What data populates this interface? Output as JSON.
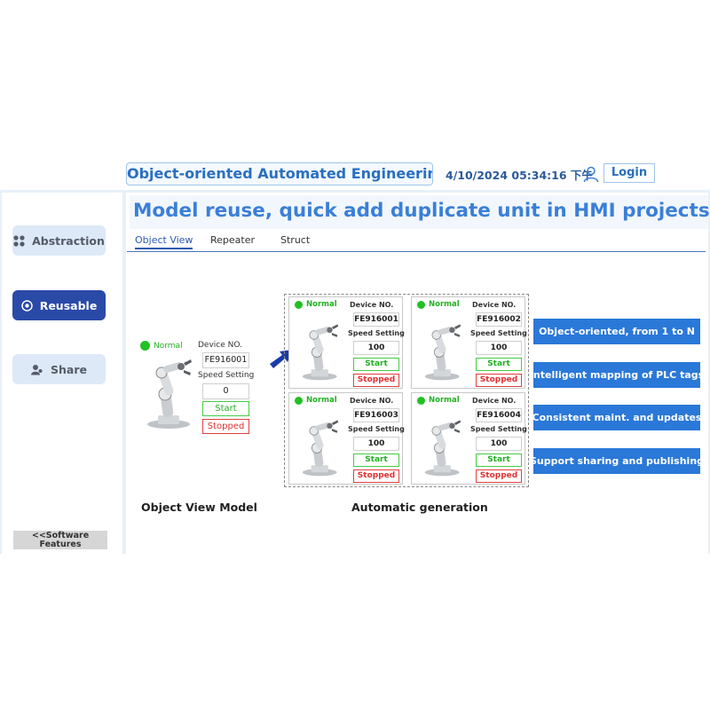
{
  "header": {
    "title": "Object-oriented Automated Engineering",
    "datetime": "4/10/2024 05:34:16 下午",
    "login_label": "Login"
  },
  "sidebar": {
    "items": [
      {
        "label": "Abstraction",
        "icon": "grid-icon",
        "active": false
      },
      {
        "label": "Reusable",
        "icon": "target-icon",
        "active": true
      },
      {
        "label": "Share",
        "icon": "users-icon",
        "active": false
      }
    ],
    "footer": "<<Software Features"
  },
  "banner": "Model reuse, quick add duplicate unit in HMI projects",
  "tabs": [
    {
      "label": "Object View",
      "active": true
    },
    {
      "label": "Repeater",
      "active": false
    },
    {
      "label": "Struct",
      "active": false
    }
  ],
  "model": {
    "status": "Normal",
    "device_label": "Device NO.",
    "device_no": "FE916001",
    "speed_label": "Speed Setting",
    "speed": "0",
    "start": "Start",
    "stop": "Stopped"
  },
  "units": [
    {
      "status": "Normal",
      "device_label": "Device NO.",
      "device_no": "FE916001",
      "speed_label": "Speed Setting",
      "speed": "100",
      "start": "Start",
      "stop": "Stopped"
    },
    {
      "status": "Normal",
      "device_label": "Device NO.",
      "device_no": "FE916002",
      "speed_label": "Speed Setting",
      "speed": "100",
      "start": "Start",
      "stop": "Stopped"
    },
    {
      "status": "Normal",
      "device_label": "Device NO.",
      "device_no": "FE916003",
      "speed_label": "Speed Setting",
      "speed": "100",
      "start": "Start",
      "stop": "Stopped"
    },
    {
      "status": "Normal",
      "device_label": "Device NO.",
      "device_no": "FE916004",
      "speed_label": "Speed Setting",
      "speed": "100",
      "start": "Start",
      "stop": "Stopped"
    }
  ],
  "captions": {
    "model": "Object View Model",
    "generated": "Automatic generation"
  },
  "features": [
    "Object-oriented, from 1 to N",
    "Intelligent mapping of PLC tags",
    "Consistent maint. and updates",
    "Support sharing and publishing"
  ],
  "colors": {
    "accent": "#2a78d8",
    "active_nav": "#2a4aa8",
    "status_ok": "#22c022",
    "stopped": "#e03030"
  }
}
